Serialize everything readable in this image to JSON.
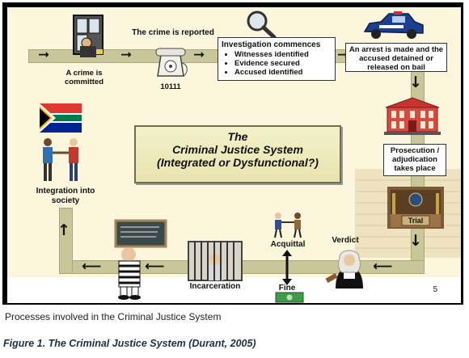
{
  "diagram": {
    "title_lines": [
      "The",
      "Criminal Justice System",
      "(Integrated or Dysfunctional?)"
    ],
    "nodes": {
      "crime_committed": "A crime is committed",
      "crime_reported": "The crime is reported",
      "phone_number": "10111",
      "investigation_title": "Investigation commences",
      "investigation_items": [
        "Witnesses identified",
        "Evidence secured",
        "Accused identified"
      ],
      "arrest": "An arrest is made and the accused detained or released on bail",
      "prosecution": "Prosecution / adjudication takes place",
      "trial": "Trial",
      "verdict": "Verdict",
      "acquittal": "Acquittal",
      "fine": "Fine",
      "incarceration": "Incarceration",
      "integration": "Integration into society"
    },
    "slide_number": "5"
  },
  "caption": "Processes involved in the Criminal Justice System",
  "figure_caption": "Figure 1. The Criminal Justice System (Durant, 2005)",
  "icons": [
    "burglar-icon",
    "telephone-icon",
    "magnifier-icon",
    "police-car-icon",
    "court-building-icon",
    "trial-scene-icon",
    "judge-icon",
    "handshake-icon",
    "jail-cell-icon",
    "prisoner-icon",
    "money-icon",
    "south-africa-flag-icon",
    "people-greeting-icon"
  ]
}
